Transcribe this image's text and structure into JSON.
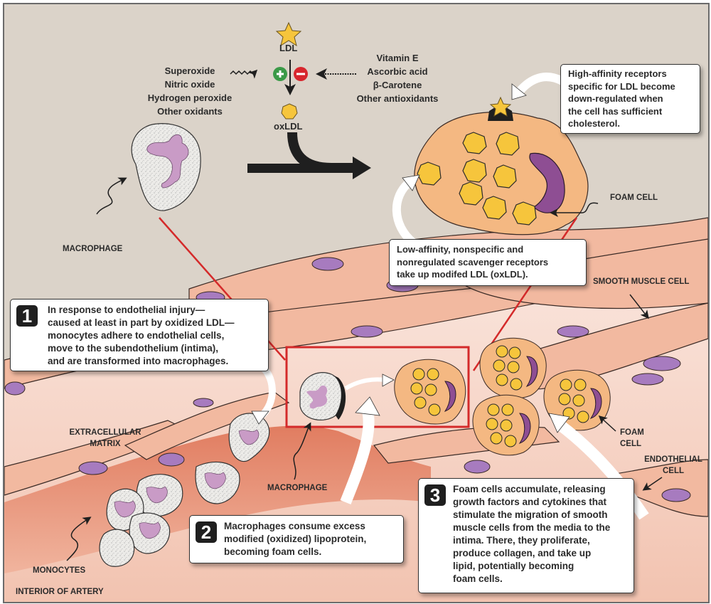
{
  "diagram": {
    "title_region": "Atherosclerosis: foam cell formation",
    "colors": {
      "background": "#dbd3c9",
      "foam_cell": "#f4b882",
      "lipid_droplet": "#f6c53c",
      "nucleus": "#8e4e93",
      "macrophage_body": "#ececea",
      "macrophage_nucleus": "#c99bc6",
      "smooth_muscle": "#f2b9a0",
      "smooth_muscle_nucleus": "#a77bbf",
      "intima": "#e27f60",
      "highlight_box": "#d42a2a",
      "plus": "#3b9a48",
      "minus": "#d7262d"
    },
    "oxidation": {
      "ldl_label": "LDL",
      "oxldl_label": "oxLDL",
      "plus_symbol": "+",
      "minus_symbol": "−",
      "oxidants": [
        "Superoxide",
        "Nitric oxide",
        "Hydrogen peroxide",
        "Other oxidants"
      ],
      "antioxidants": [
        "Vitamin E",
        "Ascorbic acid",
        "β-Carotene",
        "Other antioxidants"
      ]
    },
    "callouts": {
      "high_affinity": [
        "High-affinity receptors",
        "specific for LDL become",
        "down-regulated when",
        "the cell has sufficient",
        "cholesterol."
      ],
      "low_affinity": [
        "Low-affinity, nonspecific and",
        "nonregulated scavenger receptors",
        "take up modifed LDL (oxLDL)."
      ]
    },
    "steps": [
      {
        "number": "1",
        "lines": [
          "In response to endothelial injury—",
          "caused at least in part by oxidized LDL—",
          "monocytes adhere to endothelial cells,",
          "move to the subendothelium (intima),",
          "and are transformed into macrophages."
        ]
      },
      {
        "number": "2",
        "lines": [
          "Macrophages consume excess",
          "modified (oxidized) lipoprotein,",
          "becoming foam cells."
        ]
      },
      {
        "number": "3",
        "lines": [
          "Foam cells accumulate, releasing",
          "growth factors and cytokines that",
          "stimulate the migration of smooth",
          "muscle cells from the media to the",
          "intima. There, they proliferate,",
          "produce collagen, and take up",
          "lipid, potentially becoming",
          "foam cells."
        ]
      }
    ],
    "labels": {
      "macrophage_top": "MACROPHAGE",
      "foam_cell_top": "FOAM CELL",
      "smooth_muscle_cell": "SMOOTH MUSCLE CELL",
      "extracellular_matrix": [
        "EXTRACELLULAR",
        "MATRIX"
      ],
      "macrophage_bottom": "MACROPHAGE",
      "monocytes": "MONOCYTES",
      "interior_of_artery": "INTERIOR OF ARTERY",
      "foam_cell_bottom": [
        "FOAM",
        "CELL"
      ],
      "endothelial_cell": [
        "ENDOTHELIAL",
        "CELL"
      ]
    }
  }
}
